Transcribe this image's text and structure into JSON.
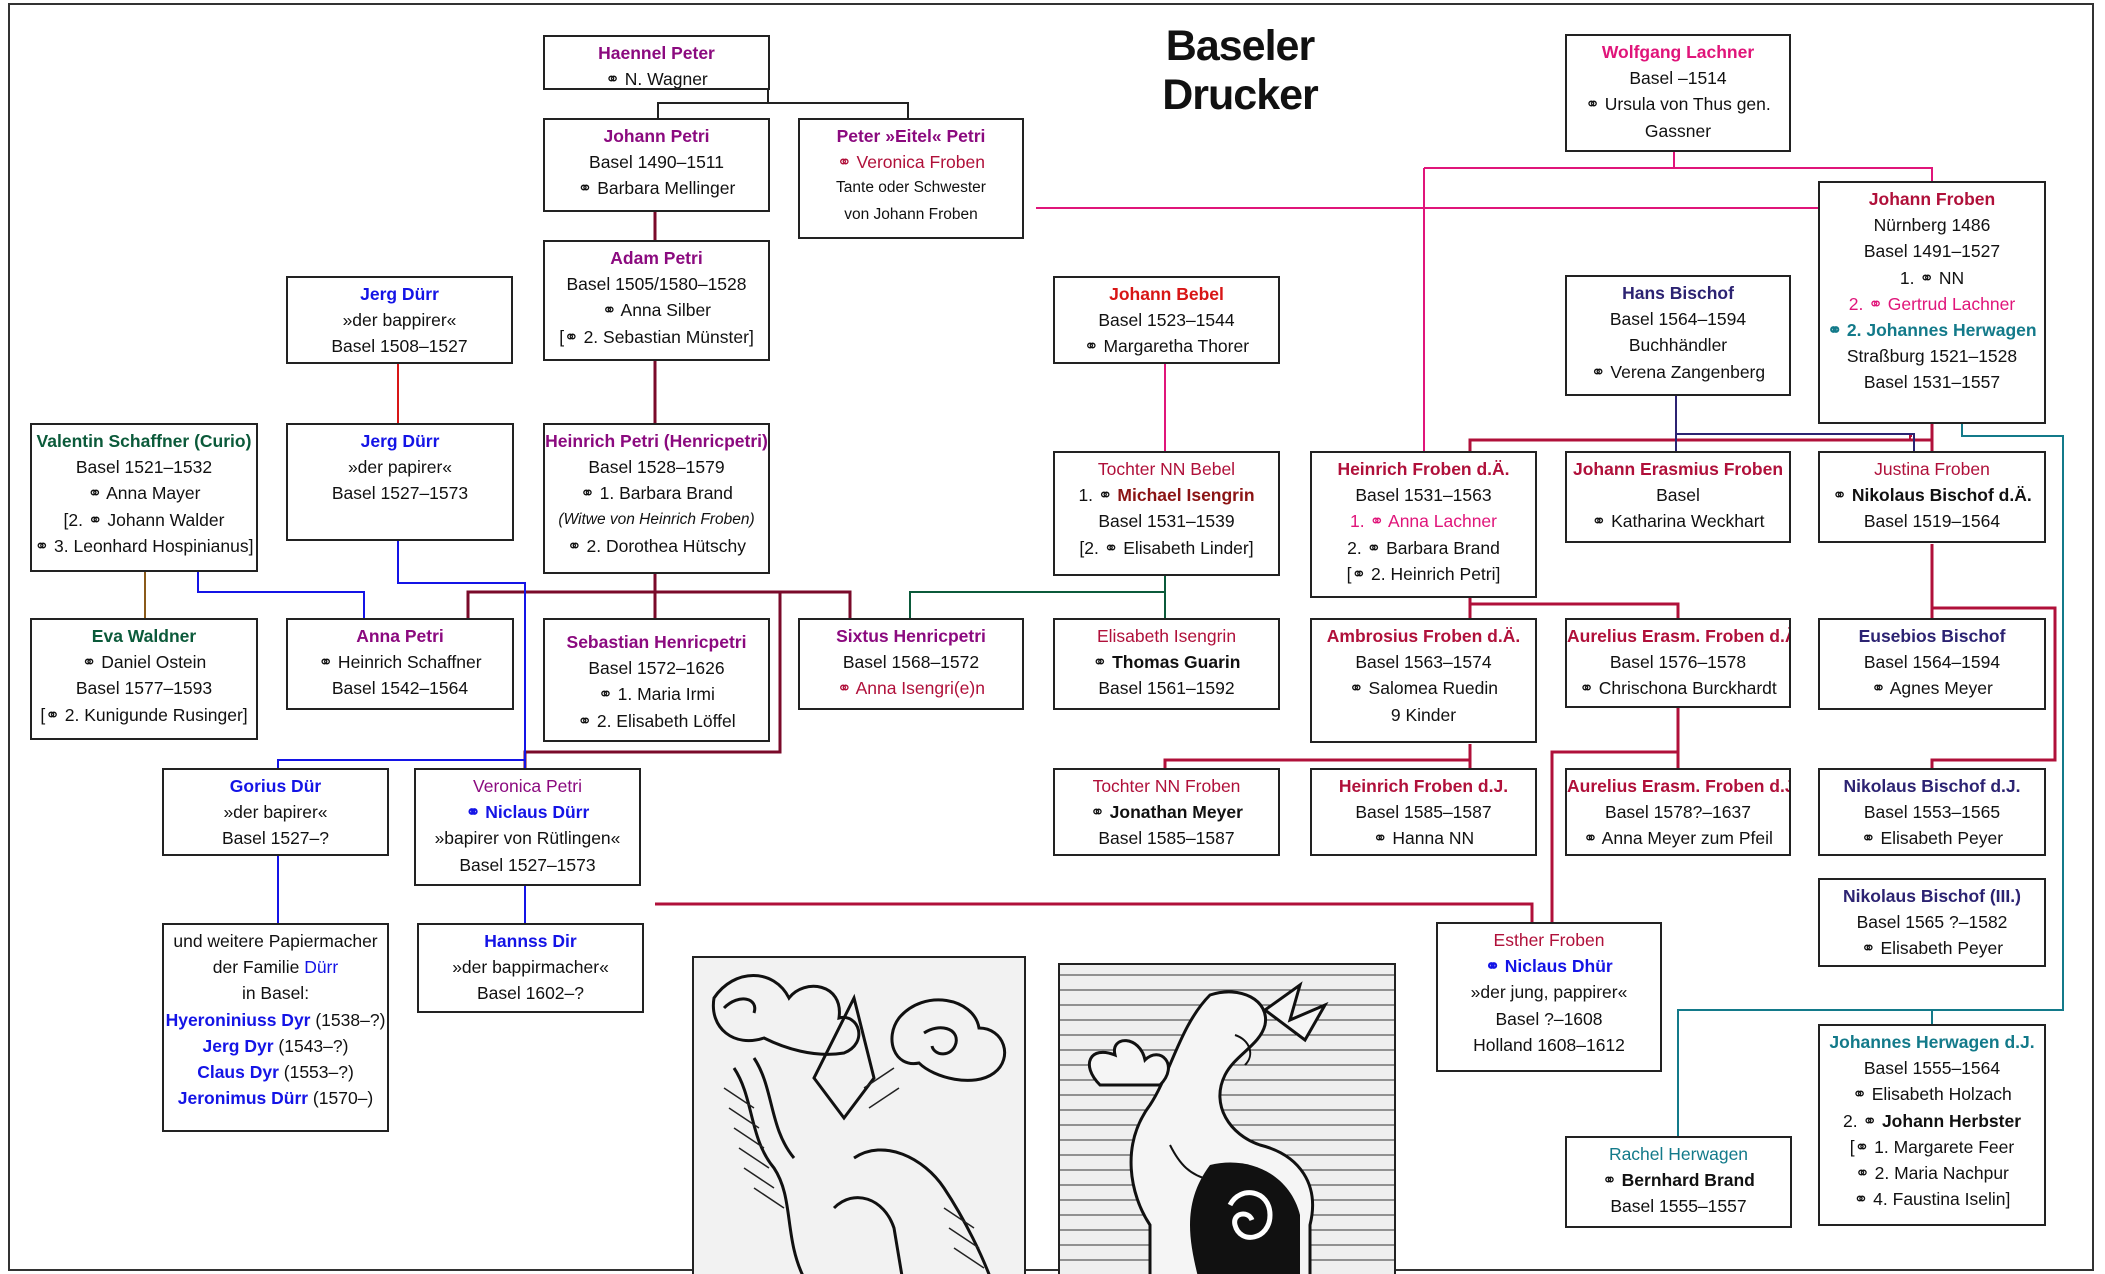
{
  "title": "Baseler Drucker",
  "colors": {
    "purple": "#8b0a7f",
    "blue": "#1414e6",
    "green": "#0b5a3a",
    "red": "#d81616",
    "crimson": "#b0103a",
    "pink": "#e0157a",
    "teal": "#137a8a",
    "navy": "#2c2372",
    "darkred": "#8b1414"
  },
  "boxes": {
    "haennel": {
      "name": "Haennel Peter",
      "l1": "⚭ N. Wagner"
    },
    "johann_petri": {
      "name": "Johann Petri",
      "l1": "Basel 1490–1511",
      "l2": "⚭ Barbara Mellinger"
    },
    "peter_eitel": {
      "name": "Peter »Eitel« Petri",
      "l1": "⚭ Veronica Froben",
      "l2": "Tante oder Schwester",
      "l3": "von Johann Froben"
    },
    "adam_petri": {
      "name": "Adam Petri",
      "l1": "Basel 1505/1580–1528",
      "l2": "⚭ Anna Silber",
      "l3": "[⚭ 2. Sebastian Münster]"
    },
    "wolfgang": {
      "name": "Wolfgang Lachner",
      "l1": "Basel –1514",
      "l2": "⚭ Ursula von Thus gen.",
      "l3": "Gassner"
    },
    "johann_froben": {
      "name": "Johann Froben",
      "l1": "Nürnberg 1486",
      "l2": "Basel 1491–1527",
      "l3": "1. ⚭ NN",
      "l4": "2. ⚭ Gertrud Lachner",
      "l5": "⚭ 2. Johannes Herwagen",
      "l6": "Straßburg 1521–1528",
      "l7": "Basel 1531–1557"
    },
    "jerg1": {
      "name": "Jerg Dürr",
      "l1": "»der bappirer«",
      "l2": "Basel 1508–1527"
    },
    "bebel": {
      "name": "Johann Bebel",
      "l1": "Basel 1523–1544",
      "l2": "⚭ Margaretha Thorer"
    },
    "hans_bischof": {
      "name": "Hans Bischof",
      "l1": "Basel 1564–1594",
      "l2": "Buchhändler",
      "l3": "⚭ Verena Zangenberg"
    },
    "valentin": {
      "name": "Valentin Schaffner (Curio)",
      "l1": "Basel 1521–1532",
      "l2": "⚭ Anna Mayer",
      "l3": "[2. ⚭ Johann Walder",
      "l4": "⚭ 3. Leonhard Hospinianus]"
    },
    "jerg2": {
      "name": "Jerg Dürr",
      "l1": "»der papirer«",
      "l2": "Basel 1527–1573"
    },
    "heinrich_petri": {
      "name": "Heinrich Petri (Henricpetri)",
      "l1": "Basel 1528–1579",
      "l2": "⚭ 1. Barbara Brand",
      "l3": "(Witwe von Heinrich Froben)",
      "l4": "⚭ 2. Dorothea Hütschy"
    },
    "tochter_bebel": {
      "name": "Tochter NN Bebel",
      "l1pre": "1. ⚭ ",
      "l1b": "Michael Isengrin",
      "l2": "Basel 1531–1539",
      "l3": "[2. ⚭ Elisabeth Linder]"
    },
    "heinrich_froben": {
      "name": "Heinrich Froben d.Ä.",
      "l1": "Basel 1531–1563",
      "l2": "1. ⚭ Anna Lachner",
      "l3": "2. ⚭ Barbara Brand",
      "l4": "[⚭ 2. Heinrich Petri]"
    },
    "erasmius": {
      "name": "Johann Erasmius Froben",
      "l1": "Basel",
      "l2": "⚭ Katharina Weckhart"
    },
    "justina": {
      "name": "Justina Froben",
      "l1pre": "⚭ ",
      "l1b": "Nikolaus Bischof d.Ä.",
      "l2": "Basel 1519–1564"
    },
    "eva": {
      "name": "Eva Waldner",
      "l1": "⚭ Daniel Ostein",
      "l2": "Basel 1577–1593",
      "l3": "[⚭ 2. Kunigunde Rusinger]"
    },
    "anna_petri": {
      "name": "Anna Petri",
      "l1": "⚭ Heinrich Schaffner",
      "l2": "Basel 1542–1564"
    },
    "sebastian": {
      "name": "Sebastian Henricpetri",
      "l1": "Basel 1572–1626",
      "l2": "⚭ 1. Maria Irmi",
      "l3": "⚭ 2. Elisabeth Löffel"
    },
    "sixtus": {
      "name": "Sixtus Henricpetri",
      "l1": "Basel 1568–1572",
      "l2": "⚭ Anna Isengri(e)n"
    },
    "elisabeth_isengrin": {
      "name": "Elisabeth Isengrin",
      "l1pre": "⚭ ",
      "l1b": "Thomas Guarin",
      "l2": "Basel 1561–1592"
    },
    "ambrosius": {
      "name": "Ambrosius Froben d.Ä.",
      "l1": "Basel 1563–1574",
      "l2": "⚭ Salomea Ruedin",
      "l3": "9 Kinder"
    },
    "aurelius1": {
      "name": "Aurelius Erasm. Froben d.Ä.",
      "l1": "Basel 1576–1578",
      "l2": "⚭ Chrischona Burckhardt"
    },
    "eusebios": {
      "name": "Eusebios Bischof",
      "l1": "Basel 1564–1594",
      "l2": "⚭ Agnes Meyer"
    },
    "gorius": {
      "name": "Gorius Dür",
      "l1": "»der bapirer«",
      "l2": "Basel 1527–?"
    },
    "veronica": {
      "name": "Veronica Petri",
      "l1": "⚭ Niclaus Dürr",
      "l2": "»bapirer von Rütlingen«",
      "l3": "Basel 1527–1573"
    },
    "tochter_froben": {
      "name": "Tochter NN Froben",
      "l1pre": "⚭ ",
      "l1b": "Jonathan Meyer",
      "l2": "Basel 1585–1587"
    },
    "heinrich_froben_dj": {
      "name": "Heinrich Froben d.J.",
      "l1": "Basel 1585–1587",
      "l2": "⚭ Hanna NN"
    },
    "aurelius2": {
      "name": "Aurelius Erasm. Froben d.J.",
      "l1": "Basel  1578?–1637",
      "l2": "⚭ Anna Meyer zum Pfeil"
    },
    "nikolaus_dj": {
      "name": "Nikolaus Bischof d.J.",
      "l1": "Basel 1553–1565",
      "l2": "⚭ Elisabeth Peyer"
    },
    "nikolaus3": {
      "name": "Nikolaus Bischof (III.)",
      "l1": "Basel 1565 ?–1582",
      "l2": "⚭ Elisabeth Peyer"
    },
    "weitere": {
      "l1": "und weitere Papiermacher",
      "l2a": "der Familie ",
      "l2b": "Dürr",
      "l3": "in Basel:",
      "l4a": "Hyeroniniuss Dyr",
      "l4b": " (1538–?)",
      "l5a": "Jerg Dyr",
      "l5b": " (1543–?)",
      "l6a": "Claus Dyr",
      "l6b": " (1553–?)",
      "l7a": "Jeronimus Dürr",
      "l7b": " (1570–)"
    },
    "hannss": {
      "name": "Hannss Dir",
      "l1": "»der bappirmacher«",
      "l2": "Basel 1602–?"
    },
    "esther": {
      "name": "Esther Froben",
      "l1": "⚭ Niclaus Dhür",
      "l2": "»der jung, pappirer«",
      "l3": "Basel ?–1608",
      "l4": "Holland 1608–1612"
    },
    "rachel": {
      "name": "Rachel Herwagen",
      "l1pre": "⚭ ",
      "l1b": "Bernhard Brand",
      "l2": "Basel 1555–1557"
    },
    "herwagen_dj": {
      "name": "Johannes Herwagen d.J.",
      "l1": "Basel 1555–1564",
      "l2": "⚭ Elisabeth Holzach",
      "l3pre": "2. ⚭ ",
      "l3b": "Johann Herbster",
      "l4": "[⚭ 1. Margarete Feer",
      "l5": "⚭ 2. Maria Nachpur",
      "l6": "⚭ 4. Faustina Iselin]"
    }
  },
  "images": [
    "woodcut-printer-mark-left",
    "woodcut-printer-mark-dragon"
  ]
}
